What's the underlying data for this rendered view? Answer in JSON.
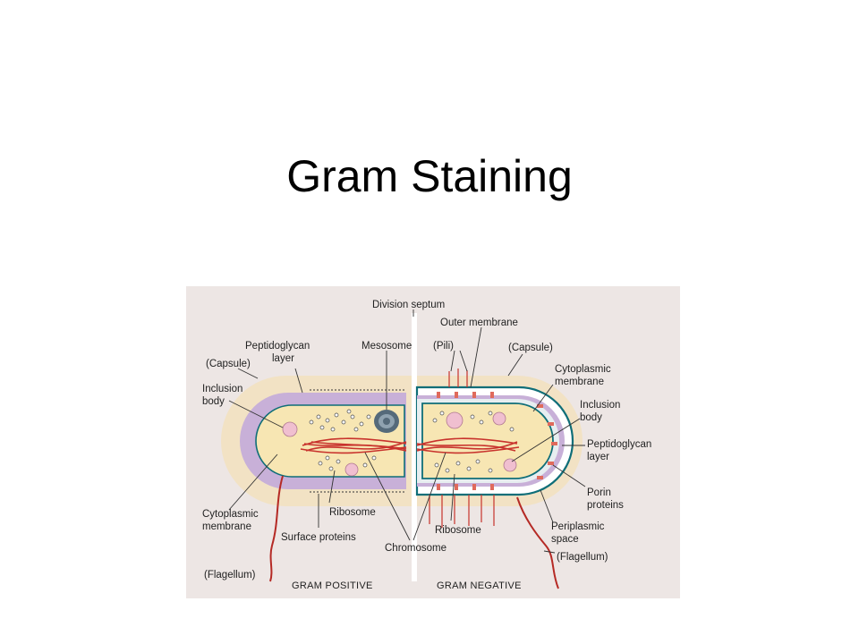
{
  "slide": {
    "title": "Gram Staining"
  },
  "diagram": {
    "labels": {
      "division_septum": "Division septum",
      "outer_membrane": "Outer membrane",
      "pili": "(Pili)",
      "capsule_right": "(Capsule)",
      "cytoplasmic_membrane_right_1": "Cytoplasmic",
      "cytoplasmic_membrane_right_2": "membrane",
      "inclusion_body_right_1": "Inclusion",
      "inclusion_body_right_2": "body",
      "peptidoglycan_right_1": "Peptidoglycan",
      "peptidoglycan_right_2": "layer",
      "porin_1": "Porin",
      "porin_2": "proteins",
      "periplasmic_1": "Periplasmic",
      "periplasmic_2": "space",
      "flagellum_right": "(Flagellum)",
      "mesosome": "Mesosome",
      "peptidoglycan_left_1": "Peptidoglycan",
      "peptidoglycan_left_2": "layer",
      "capsule_left": "(Capsule)",
      "inclusion_body_left_1": "Inclusion",
      "inclusion_body_left_2": "body",
      "cytoplasmic_membrane_left_1": "Cytoplasmic",
      "cytoplasmic_membrane_left_2": "membrane",
      "ribosome_left": "Ribosome",
      "surface_proteins": "Surface proteins",
      "chromosome": "Chromosome",
      "ribosome_right": "Ribosome",
      "flagellum_left": "(Flagellum)",
      "gram_positive": "GRAM POSITIVE",
      "gram_negative": "GRAM NEGATIVE"
    },
    "colors": {
      "background": "#ede6e4",
      "capsule": "#f2e2c4",
      "peptidoglycan": "#c8b0d8",
      "cytoplasm": "#f7e6b3",
      "membrane_teal": "#0f6e78",
      "chromosome": "#c8322c",
      "flagellum": "#b52a25",
      "inclusion_body": "#f0bfd0"
    }
  }
}
